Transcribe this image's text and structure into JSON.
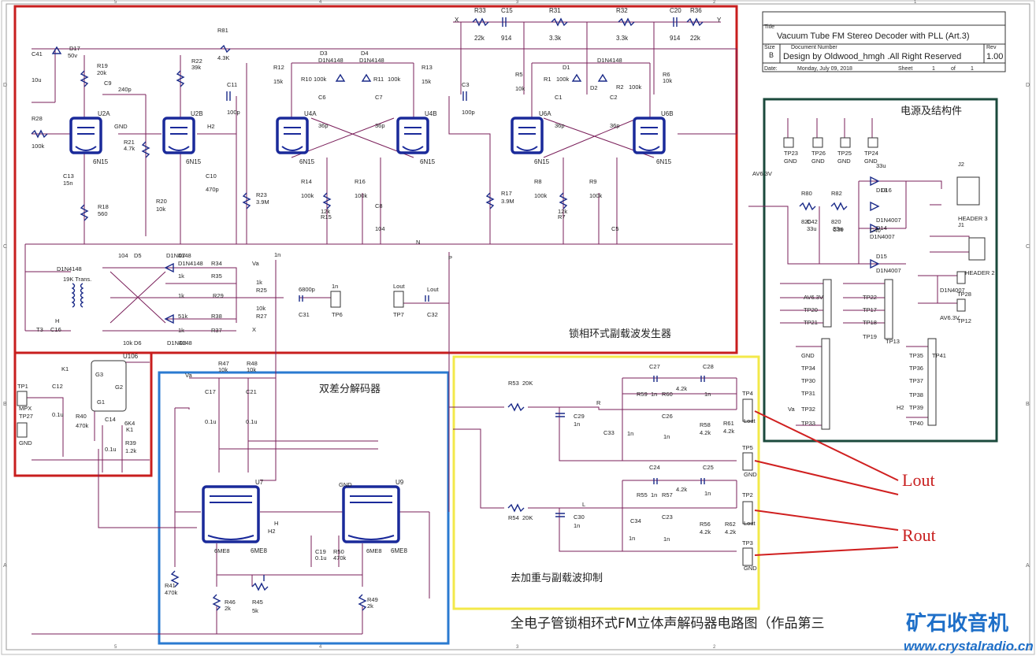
{
  "title_block": {
    "title_label": "Title",
    "title": "Vacuum Tube  FM Stereo Decoder  with PLL (Art.3)",
    "size_label": "Size",
    "size": "B",
    "docnum_label": "Document Number",
    "design": "Design  by Oldwood_hmgh .All Right Reserved",
    "rev_label": "Rev",
    "rev": "1.00",
    "date_label": "Date:",
    "date": "Monday, July 09, 2018",
    "sheet_label": "Sheet",
    "sheet": "1",
    "of_label": "of",
    "of": "1"
  },
  "sections": {
    "pll": "锁相环式副载波发生器",
    "matrix": "双差分解码器",
    "deemph": "去加重与副载波抑制",
    "power": "电源及结构件"
  },
  "footer": {
    "caption": "全电子管锁相环式FM立体声解码器电路图（作品第三",
    "logo": "矿石收音机",
    "url": "www.crystalradio.cn"
  },
  "callouts": {
    "lout": "Lout",
    "rout": "Rout"
  },
  "border": {
    "rows": [
      "D",
      "C",
      "B",
      "A"
    ],
    "cols": [
      "5",
      "4",
      "3",
      "2",
      "1"
    ]
  },
  "tubes": [
    {
      "ref": "U2A",
      "type": "6N15"
    },
    {
      "ref": "U2B",
      "type": "6N15"
    },
    {
      "ref": "U4A",
      "type": "6N15"
    },
    {
      "ref": "U4B",
      "type": "6N15"
    },
    {
      "ref": "U6A",
      "type": "6N15"
    },
    {
      "ref": "U6B",
      "type": "6N15"
    },
    {
      "ref": "U7",
      "type": "6ME8"
    },
    {
      "ref": "U9",
      "type": "6ME8"
    },
    {
      "ref": "U106",
      "type": ""
    }
  ],
  "components": {
    "top_chain": [
      "X",
      "R33",
      "22k",
      "C15",
      "914",
      "R31",
      "3.3k",
      "R32",
      "3.3k",
      "C20",
      "914",
      "R36",
      "22k",
      "Y"
    ],
    "pll_labels": [
      "C41",
      "10u",
      "D17",
      "50v",
      "R19",
      "20k",
      "R22",
      "39k",
      "R81",
      "4.3K",
      "C9",
      "240p",
      "C11",
      "100p",
      "R28",
      "100k",
      "R21",
      "4.7k",
      "C13",
      "15n",
      "R18",
      "560",
      "R20",
      "10k",
      "C10",
      "470p",
      "R23",
      "3.9M",
      "R12",
      "15k",
      "R13",
      "15k",
      "R10",
      "100k",
      "R11",
      "100k",
      "D3",
      "D1N4148",
      "D4",
      "D1N4148",
      "C6",
      "36p",
      "C7",
      "36p",
      "R14",
      "100k",
      "R16",
      "100k",
      "R15",
      "12k",
      "C8",
      "104",
      "C3",
      "100p",
      "R5",
      "10k",
      "R6",
      "10k",
      "R1",
      "100k",
      "R2",
      "100k",
      "D1",
      "D2",
      "D1N4148",
      "C1",
      "36p",
      "C2",
      "36p",
      "R17",
      "3.9M",
      "R8",
      "100k",
      "R9",
      "100k",
      "R7",
      "12k",
      "C5",
      "104",
      "D5",
      "D1N4148",
      "D7",
      "D1N4148",
      "R34",
      "1k",
      "R35",
      "1k",
      "R29",
      "51k",
      "R38",
      "1k",
      "R37",
      "1k",
      "R25",
      "10k",
      "R27",
      "10k",
      "D6",
      "D1N4148",
      "D8",
      "D1N4148",
      "19K Trans.",
      "T3",
      "C16",
      "6800p",
      "C31",
      "1n",
      "TP6",
      "Lout",
      "TP7",
      "Lout",
      "C32",
      "1n",
      "P",
      "N",
      "GND",
      "H2",
      "H",
      "Va",
      "X",
      "Y"
    ],
    "left_labels": [
      "TP1",
      "MPX",
      "TP27",
      "GND",
      "C12",
      "0.1u",
      "R40",
      "470k",
      "C14",
      "0.1u",
      "R39",
      "1.2k",
      "6K4",
      "K1",
      "G1",
      "G2",
      "G3",
      "K1"
    ],
    "matrix_labels": [
      "R47",
      "10k",
      "R48",
      "10k",
      "C17",
      "0.1u",
      "C21",
      "0.1u",
      "R41",
      "470k",
      "C19",
      "0.1u",
      "R50",
      "470k",
      "R46",
      "2k",
      "R45",
      "5k",
      "R49",
      "2k",
      "6ME8",
      "6ME8",
      "Va",
      "H",
      "H2",
      "GND"
    ],
    "deemph_labels": [
      "R53",
      "20K",
      "R54",
      "20K",
      "C29",
      "1n",
      "C30",
      "1n",
      "C27",
      "C28",
      "1n",
      "C24",
      "C25",
      "1n",
      "R59",
      "1n",
      "R60",
      "4.2k",
      "R55",
      "1n",
      "R57",
      "4.2k",
      "C26",
      "1n",
      "C23",
      "1n",
      "C33",
      "1n",
      "C34",
      "1n",
      "R58",
      "4.2k",
      "R61",
      "4.2k",
      "R56",
      "4.2k",
      "R62",
      "4.2k",
      "R",
      "L",
      "TP4",
      "Lout",
      "TP5",
      "GND",
      "TP2",
      "Lout",
      "TP3",
      "GND"
    ],
    "power_labels": [
      "TP23",
      "GND",
      "TP26",
      "GND",
      "TP25",
      "GND",
      "TP24",
      "GND",
      "J2",
      "HEADER 3",
      "J1",
      "HEADER 2",
      "R80",
      "820",
      "R82",
      "820",
      "C42",
      "33u",
      "C39",
      "33u",
      "C40",
      "33u",
      "D13",
      "D14",
      "D15",
      "D16",
      "D1N4007",
      "D1N4007",
      "D1N4007",
      "D1N4007",
      "TP28",
      "AV6.3V",
      "TP12",
      "AV6.3V",
      "TP20",
      "TP21",
      "TP22",
      "TP17",
      "TP18",
      "TP19",
      "TP13",
      "GND",
      "TP34",
      "TP30",
      "TP31",
      "TP32",
      "TP33",
      "TP35",
      "TP36",
      "TP37",
      "TP38",
      "TP39",
      "TP40",
      "TP41",
      "AV6.3V",
      "Va",
      "H2",
      "H"
    ]
  }
}
